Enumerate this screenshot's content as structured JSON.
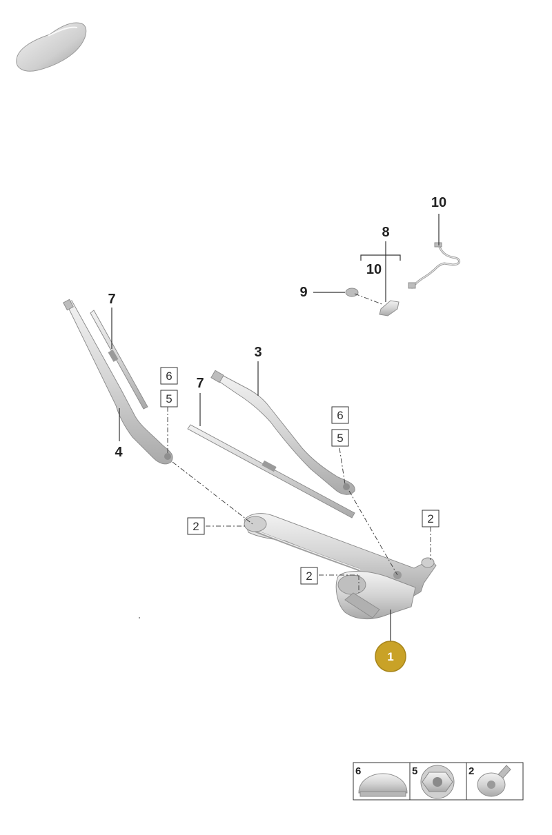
{
  "callouts": {
    "main_part": "1",
    "wiper_arm_right": "3",
    "wiper_arm_left": "4",
    "wiper_blade_left": "7",
    "wiper_blade_right": "7",
    "kit_label": "8",
    "cap_label": "9",
    "nozzle_label": "10",
    "hose_label": "10"
  },
  "boxes": {
    "cap_left": "6",
    "nut_left": "5",
    "cap_right": "6",
    "nut_right": "5",
    "bolt_left": "2",
    "bolt_center": "2",
    "bolt_right": "2"
  },
  "legend": [
    {
      "number": "6",
      "icon": "cap-icon"
    },
    {
      "number": "5",
      "icon": "hex-nut-icon"
    },
    {
      "number": "2",
      "icon": "bolt-icon"
    }
  ],
  "colors": {
    "highlight": "#C9A227",
    "part_fill": "#d6d6d6"
  }
}
